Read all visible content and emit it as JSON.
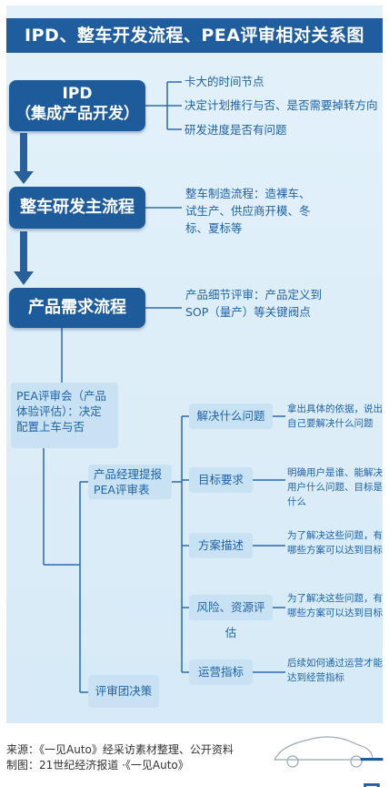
{
  "title": "IPD、整车开发流程、PEA评审相对关系图",
  "ipd": {
    "label_line1": "IPD",
    "label_line2": "（集成产品开发）",
    "notes": [
      "卡大的时间节点",
      "决定计划推行与否、是否需要掉转方向",
      "研发进度是否有问题"
    ]
  },
  "main_flow": {
    "label": "整车研发主流程",
    "note": "整车制造流程：造裸车、试生产、供应商开模、冬标、夏标等"
  },
  "requirement_flow": {
    "label": "产品需求流程",
    "note": "产品细节评审：产品定义到SOP（量产）等关键阀点"
  },
  "pea_meeting": "PEA评审会（产品体验评估）：决定配置上车与否",
  "manager_form": "产品经理提报PEA评审表",
  "team_decision": "评审团决策",
  "items": [
    {
      "label": "解决什么问题",
      "desc": "拿出具体的依据，说出自己要解决什么问题"
    },
    {
      "label": "目标要求",
      "desc": "明确用户是谁、能解决用户什么问题、目标是什么"
    },
    {
      "label": "方案描述",
      "desc": "为了解决这些问题，有哪些方案可以达到目标"
    },
    {
      "label": "风险、资源评估",
      "desc": "为了解决这些问题，有哪些方案可以达到目标"
    },
    {
      "label": "运营指标",
      "desc": "后续如何通过运营才能达到经营指标"
    }
  ],
  "footer": {
    "source": "来源：《一见Auto》经采访素材整理、公开资料",
    "made_by": "制图：21世纪经济报道 ·《一见Auto》",
    "logo": "一见"
  },
  "colors": {
    "dark_blue": "#1e5b9a",
    "light_box": "#c8e1f3",
    "text_blue": "#1f63a8",
    "background": "#dcedf8"
  }
}
